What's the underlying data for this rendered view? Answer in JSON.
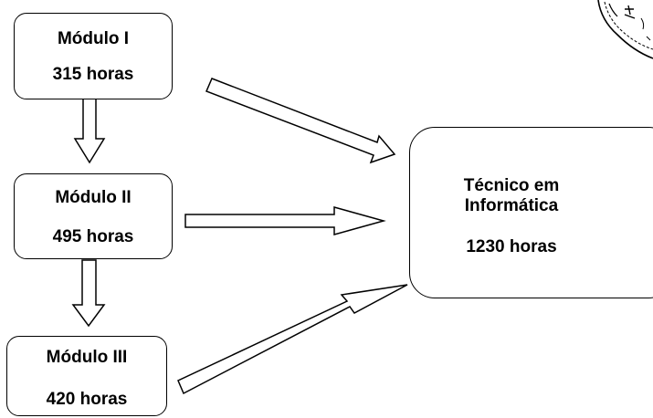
{
  "modules": [
    {
      "name": "Módulo I",
      "hours": "315 horas"
    },
    {
      "name": "Módulo II",
      "hours": "495 horas"
    },
    {
      "name": "Módulo III",
      "hours": "420 horas"
    }
  ],
  "result": {
    "title_line1": "Técnico em",
    "title_line2": "Informática",
    "hours": "1230 horas"
  },
  "colors": {
    "stroke": "#000000",
    "background": "#ffffff"
  }
}
